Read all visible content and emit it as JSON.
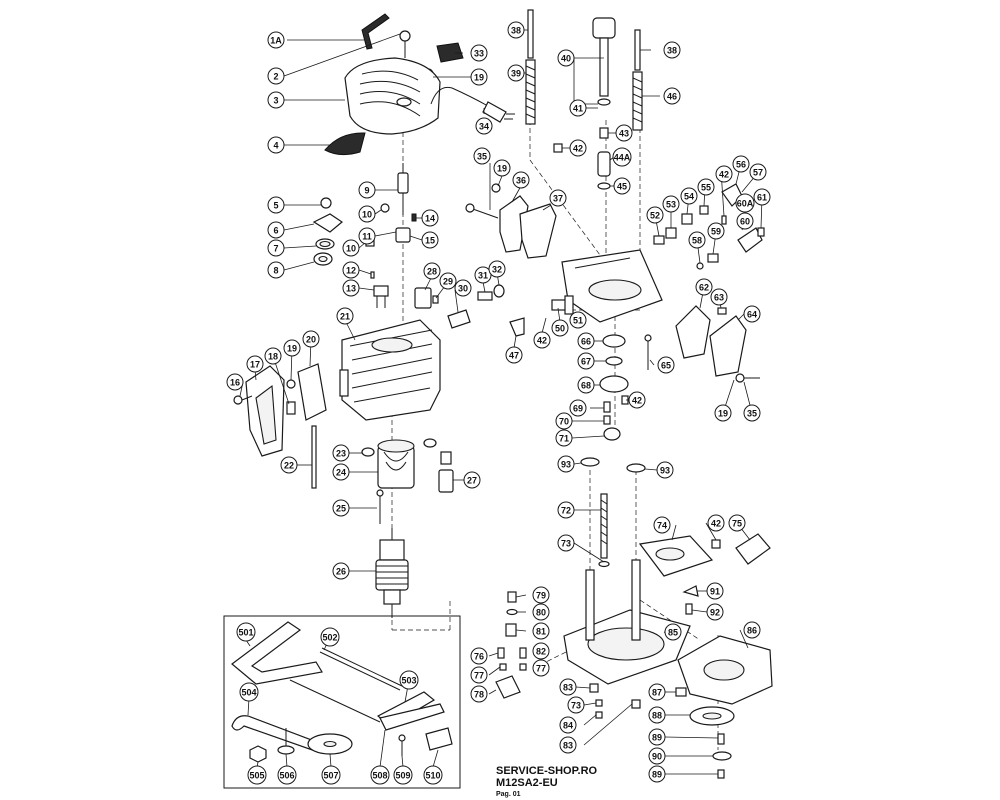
{
  "footer": {
    "shop": "SERVICE-SHOP.RO",
    "model": "M12SA2-EU",
    "page": "Pag. 01"
  },
  "parts": [
    {
      "id": "p1A",
      "label": "1A"
    },
    {
      "id": "p2",
      "label": "2"
    },
    {
      "id": "p3",
      "label": "3"
    },
    {
      "id": "p4",
      "label": "4"
    },
    {
      "id": "p5",
      "label": "5"
    },
    {
      "id": "p6",
      "label": "6"
    },
    {
      "id": "p7",
      "label": "7"
    },
    {
      "id": "p8",
      "label": "8"
    },
    {
      "id": "p9",
      "label": "9"
    },
    {
      "id": "p10a",
      "label": "10"
    },
    {
      "id": "p10b",
      "label": "10"
    },
    {
      "id": "p11",
      "label": "11"
    },
    {
      "id": "p12",
      "label": "12"
    },
    {
      "id": "p13",
      "label": "13"
    },
    {
      "id": "p14",
      "label": "14"
    },
    {
      "id": "p15",
      "label": "15"
    },
    {
      "id": "p16",
      "label": "16"
    },
    {
      "id": "p17",
      "label": "17"
    },
    {
      "id": "p18",
      "label": "18"
    },
    {
      "id": "p19a",
      "label": "19"
    },
    {
      "id": "p19b",
      "label": "19"
    },
    {
      "id": "p19c",
      "label": "19"
    },
    {
      "id": "p19d",
      "label": "19"
    },
    {
      "id": "p20",
      "label": "20"
    },
    {
      "id": "p21",
      "label": "21"
    },
    {
      "id": "p22",
      "label": "22"
    },
    {
      "id": "p23",
      "label": "23"
    },
    {
      "id": "p24",
      "label": "24"
    },
    {
      "id": "p25",
      "label": "25"
    },
    {
      "id": "p26",
      "label": "26"
    },
    {
      "id": "p27",
      "label": "27"
    },
    {
      "id": "p28",
      "label": "28"
    },
    {
      "id": "p29",
      "label": "29"
    },
    {
      "id": "p30",
      "label": "30"
    },
    {
      "id": "p31",
      "label": "31"
    },
    {
      "id": "p32",
      "label": "32"
    },
    {
      "id": "p33",
      "label": "33"
    },
    {
      "id": "p34",
      "label": "34"
    },
    {
      "id": "p35a",
      "label": "35"
    },
    {
      "id": "p35b",
      "label": "35"
    },
    {
      "id": "p36",
      "label": "36"
    },
    {
      "id": "p37",
      "label": "37"
    },
    {
      "id": "p38a",
      "label": "38"
    },
    {
      "id": "p38b",
      "label": "38"
    },
    {
      "id": "p39",
      "label": "39"
    },
    {
      "id": "p40",
      "label": "40"
    },
    {
      "id": "p41",
      "label": "41"
    },
    {
      "id": "p42a",
      "label": "42"
    },
    {
      "id": "p42b",
      "label": "42"
    },
    {
      "id": "p42c",
      "label": "42"
    },
    {
      "id": "p42d",
      "label": "42"
    },
    {
      "id": "p42e",
      "label": "42"
    },
    {
      "id": "p43",
      "label": "43"
    },
    {
      "id": "p44A",
      "label": "44A"
    },
    {
      "id": "p45",
      "label": "45"
    },
    {
      "id": "p46",
      "label": "46"
    },
    {
      "id": "p47",
      "label": "47"
    },
    {
      "id": "p50",
      "label": "50"
    },
    {
      "id": "p51",
      "label": "51"
    },
    {
      "id": "p52",
      "label": "52"
    },
    {
      "id": "p53",
      "label": "53"
    },
    {
      "id": "p54",
      "label": "54"
    },
    {
      "id": "p55",
      "label": "55"
    },
    {
      "id": "p56",
      "label": "56"
    },
    {
      "id": "p57",
      "label": "57"
    },
    {
      "id": "p58",
      "label": "58"
    },
    {
      "id": "p59",
      "label": "59"
    },
    {
      "id": "p60",
      "label": "60"
    },
    {
      "id": "p60A",
      "label": "60A"
    },
    {
      "id": "p61",
      "label": "61"
    },
    {
      "id": "p62",
      "label": "62"
    },
    {
      "id": "p63",
      "label": "63"
    },
    {
      "id": "p64",
      "label": "64"
    },
    {
      "id": "p65",
      "label": "65"
    },
    {
      "id": "p66",
      "label": "66"
    },
    {
      "id": "p67",
      "label": "67"
    },
    {
      "id": "p68",
      "label": "68"
    },
    {
      "id": "p69",
      "label": "69"
    },
    {
      "id": "p70",
      "label": "70"
    },
    {
      "id": "p71",
      "label": "71"
    },
    {
      "id": "p72",
      "label": "72"
    },
    {
      "id": "p73a",
      "label": "73"
    },
    {
      "id": "p73b",
      "label": "73"
    },
    {
      "id": "p74",
      "label": "74"
    },
    {
      "id": "p75",
      "label": "75"
    },
    {
      "id": "p76",
      "label": "76"
    },
    {
      "id": "p77a",
      "label": "77"
    },
    {
      "id": "p77b",
      "label": "77"
    },
    {
      "id": "p78",
      "label": "78"
    },
    {
      "id": "p79",
      "label": "79"
    },
    {
      "id": "p80",
      "label": "80"
    },
    {
      "id": "p81",
      "label": "81"
    },
    {
      "id": "p82",
      "label": "82"
    },
    {
      "id": "p83a",
      "label": "83"
    },
    {
      "id": "p83b",
      "label": "83"
    },
    {
      "id": "p84",
      "label": "84"
    },
    {
      "id": "p85",
      "label": "85"
    },
    {
      "id": "p86",
      "label": "86"
    },
    {
      "id": "p87",
      "label": "87"
    },
    {
      "id": "p88",
      "label": "88"
    },
    {
      "id": "p89a",
      "label": "89"
    },
    {
      "id": "p89b",
      "label": "89"
    },
    {
      "id": "p90",
      "label": "90"
    },
    {
      "id": "p91",
      "label": "91"
    },
    {
      "id": "p92",
      "label": "92"
    },
    {
      "id": "p93a",
      "label": "93"
    },
    {
      "id": "p93b",
      "label": "93"
    },
    {
      "id": "p501",
      "label": "501"
    },
    {
      "id": "p502",
      "label": "502"
    },
    {
      "id": "p503",
      "label": "503"
    },
    {
      "id": "p504",
      "label": "504"
    },
    {
      "id": "p505",
      "label": "505"
    },
    {
      "id": "p506",
      "label": "506"
    },
    {
      "id": "p507",
      "label": "507"
    },
    {
      "id": "p508",
      "label": "508"
    },
    {
      "id": "p509",
      "label": "509"
    },
    {
      "id": "p510",
      "label": "510"
    }
  ]
}
